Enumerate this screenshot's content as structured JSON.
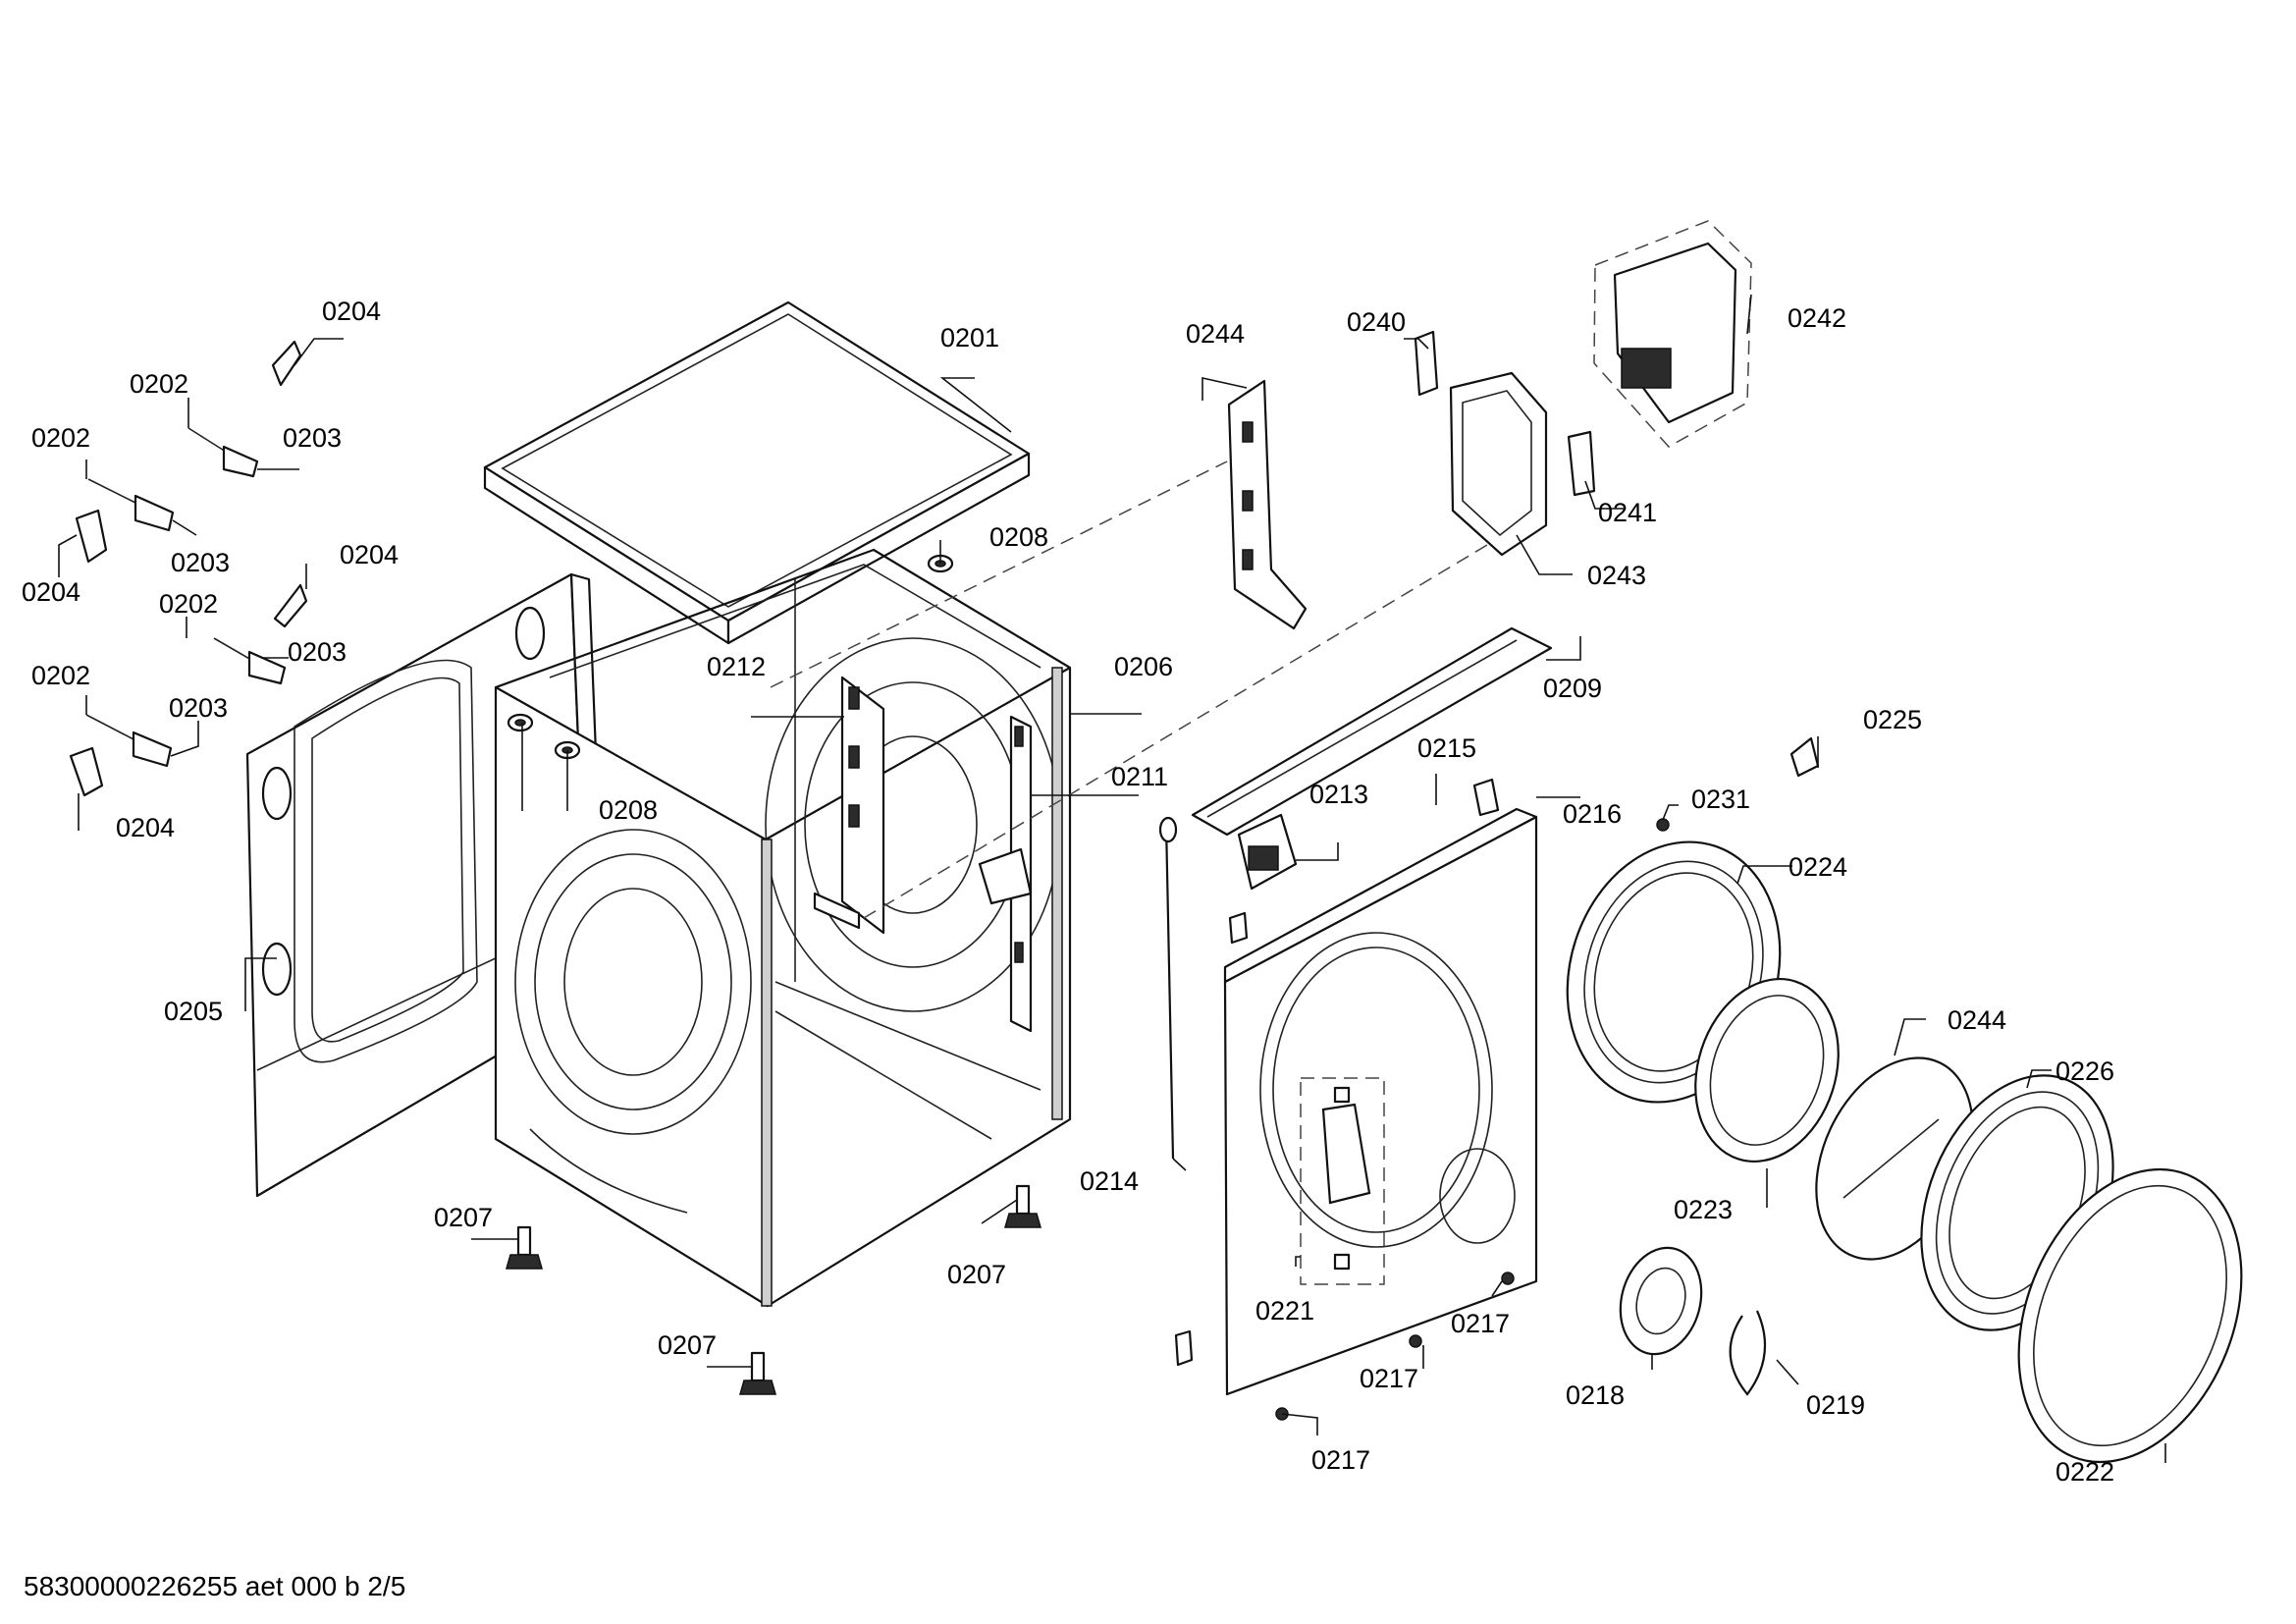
{
  "labels": {
    "p0201": "0201",
    "p0202": "0202",
    "p0203": "0203",
    "p0204": "0204",
    "p0205": "0205",
    "p0206": "0206",
    "p0207": "0207",
    "p0208": "0208",
    "p0209": "0209",
    "p0211": "0211",
    "p0212": "0212",
    "p0213": "0213",
    "p0214": "0214",
    "p0215": "0215",
    "p0216": "0216",
    "p0217": "0217",
    "p0218": "0218",
    "p0219": "0219",
    "p0221": "0221",
    "p0222": "0222",
    "p0223": "0223",
    "p0224": "0224",
    "p0225": "0225",
    "p0226": "0226",
    "p0231": "0231",
    "p0240": "0240",
    "p0241": "0241",
    "p0242": "0242",
    "p0243": "0243",
    "p0244": "0244"
  },
  "footer": "58300000226255 aet 000 b 2/5"
}
